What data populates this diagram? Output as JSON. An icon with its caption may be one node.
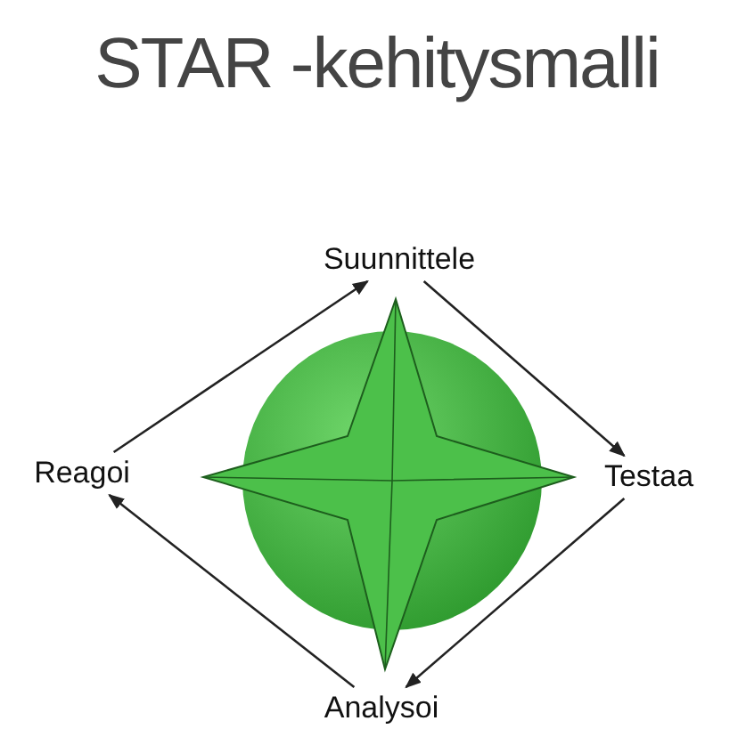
{
  "diagram": {
    "title": "STAR -kehitysmalli",
    "nodes": [
      {
        "text": [
          "Suunnittele"
        ]
      },
      {
        "text": [
          "Testaa"
        ]
      },
      {
        "text": [
          "Analysoi"
        ]
      },
      {
        "text": [
          "Reagoi"
        ]
      },
      {
        "text": [],
        "shape": "picture"
      }
    ],
    "edges": [
      {
        "from": 0,
        "to": 1,
        "arrow": "to"
      },
      {
        "from": 1,
        "to": 2,
        "arrow": "to"
      },
      {
        "from": 2,
        "to": 3,
        "arrow": "to"
      },
      {
        "from": 3,
        "to": 0,
        "arrow": "to"
      }
    ]
  }
}
